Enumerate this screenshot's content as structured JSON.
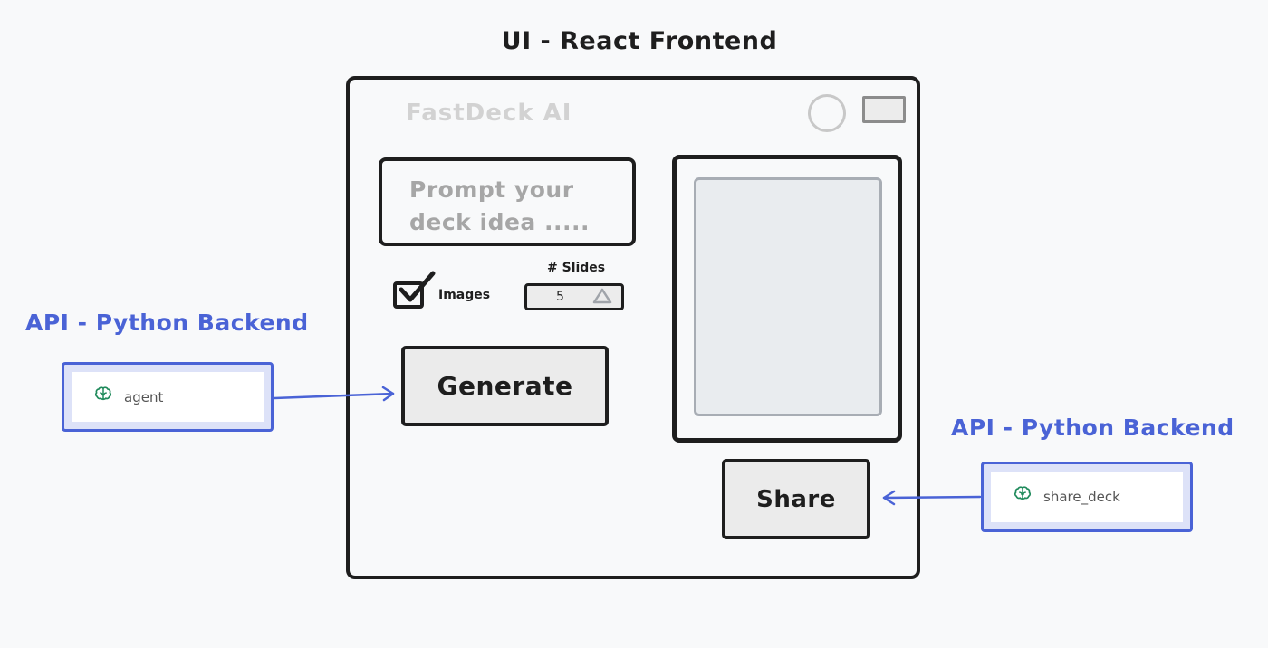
{
  "diagram": {
    "title": "UI - React Frontend"
  },
  "app": {
    "title": "FastDeck AI",
    "prompt_placeholder_line1": "Prompt your",
    "prompt_placeholder_line2": "deck idea .....",
    "images_label": "Images",
    "images_checked": true,
    "slides_label": "# Slides",
    "slides_value": "5",
    "generate_label": "Generate",
    "share_label": "Share"
  },
  "api_left": {
    "label": "API - Python Backend",
    "function_name": "agent",
    "icon": "brain-icon"
  },
  "api_right": {
    "label": "API - Python Backend",
    "function_name": "share_deck",
    "icon": "brain-icon"
  },
  "colors": {
    "ink": "#1e1e1e",
    "api_blue": "#4a63d6",
    "api_fill": "#dde2f8",
    "icon_green": "#1f8a5b",
    "muted_text": "#a6a6a6",
    "button_fill": "#ebebeb"
  }
}
